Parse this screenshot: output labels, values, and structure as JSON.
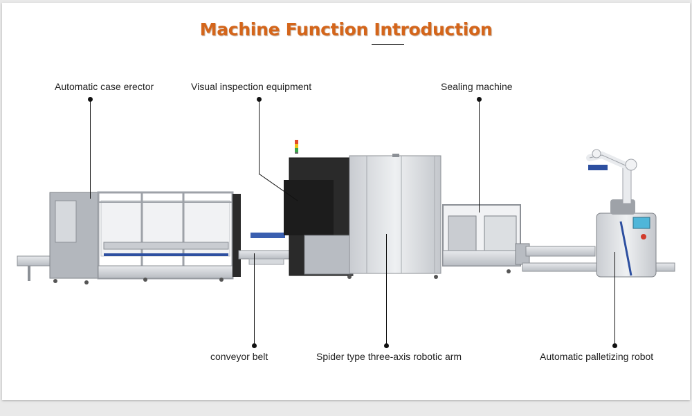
{
  "title": "Machine Function Introduction",
  "colors": {
    "title": "#d4651a",
    "steel": "#d9dce0",
    "dark_steel": "#8c9096",
    "panel_black": "#1c1c1c",
    "accent_blue": "#2d4fa0"
  },
  "callouts_top": [
    {
      "label": "Automatic case erector"
    },
    {
      "label": "Visual inspection equipment"
    },
    {
      "label": "Sealing machine"
    }
  ],
  "callouts_bottom": [
    {
      "label": "conveyor belt"
    },
    {
      "label": "Spider type three-axis robotic arm"
    },
    {
      "label": "Automatic palletizing robot"
    }
  ]
}
